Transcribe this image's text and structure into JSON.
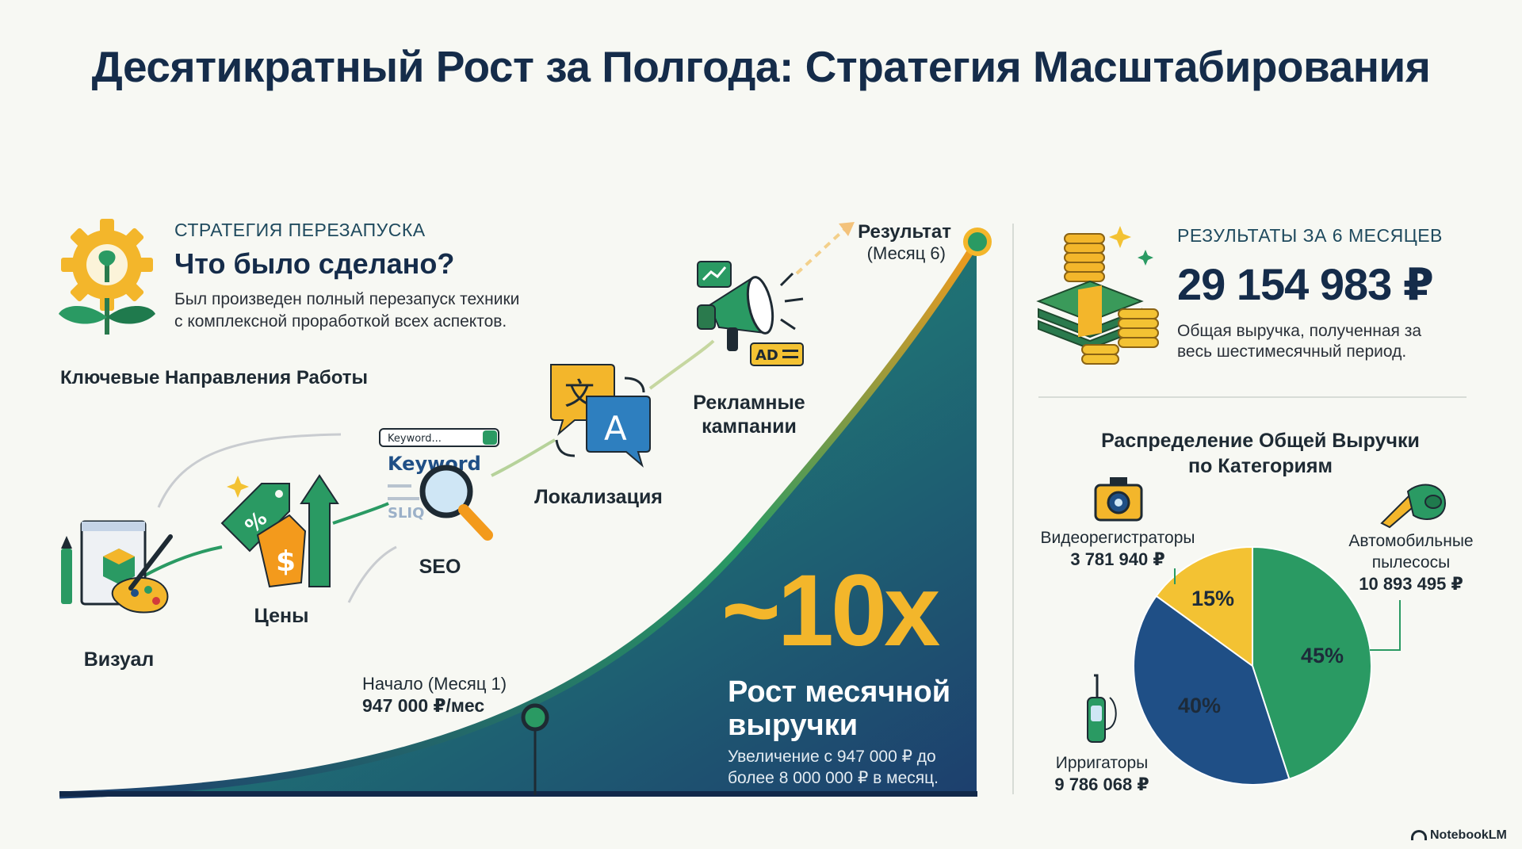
{
  "title": "Десятикратный Рост за Полгода: Стратегия Масштабирования",
  "strategy": {
    "kicker": "СТРАТЕГИЯ ПЕРЕЗАПУСКА",
    "heading": "Что было сделано?",
    "desc_line1": "Был произведен полный перезапуск техники",
    "desc_line2": "с комплексной проработкой всех аспектов.",
    "directions_title": "Ключевые Направления Работы",
    "steps": [
      {
        "label": "Визуал",
        "icon": "palette-icon"
      },
      {
        "label": "Цены",
        "icon": "price-tag-icon"
      },
      {
        "label": "SEO",
        "icon": "magnifier-icon",
        "search_text": "Keyword...",
        "keyword_text": "Keyword",
        "blur_text": "SLIQ"
      },
      {
        "label": "Локализация",
        "icon": "translate-icon",
        "glyph1": "文",
        "glyph2": "A"
      },
      {
        "label_line1": "Рекламные",
        "label_line2": "кампании",
        "icon": "megaphone-icon",
        "ad_text": "AD"
      }
    ]
  },
  "growth": {
    "start_line1": "Начало (Месяц 1)",
    "start_line2": "947 000 ₽/мес",
    "result_line1": "Результат",
    "result_line2": "(Месяц 6)",
    "multiplier": "~10x",
    "headline_line1": "Рост месячной",
    "headline_line2": "выручки",
    "sub_line1": "Увеличение с 947 000 ₽ до",
    "sub_line2": "более 8 000 000 ₽ в месяц."
  },
  "results": {
    "kicker": "РЕЗУЛЬТАТЫ ЗА 6 МЕСЯЦЕВ",
    "total": "29 154 983 ₽",
    "desc_line1": "Общая выручка, полученная за",
    "desc_line2": "весь шестимесячный период."
  },
  "distribution": {
    "title_line1": "Распределение Общей Выручки",
    "title_line2": "по Категориям",
    "slices": [
      {
        "name_line1": "Автомобильные",
        "name_line2": "пылесосы",
        "value": "10 893 495 ₽",
        "pct_label": "45%",
        "pct": 45,
        "color": "#2a9a63",
        "text_color": "#ffffff"
      },
      {
        "name_line1": "Ирригаторы",
        "name_line2": "",
        "value": "9 786 068 ₽",
        "pct_label": "40%",
        "pct": 40,
        "color": "#1f4f86",
        "text_color": "#ffffff"
      },
      {
        "name_line1": "Видеорегистраторы",
        "name_line2": "",
        "value": "3 781 940 ₽",
        "pct_label": "15%",
        "pct": 15,
        "color": "#f3c233",
        "text_color": "#1e2a33"
      }
    ]
  },
  "colors": {
    "navy": "#152c4a",
    "green": "#2a9a63",
    "orange": "#f39a1c",
    "blue": "#1f4f86",
    "yellow": "#f3c233"
  },
  "footer": {
    "brand": "NotebookLM"
  }
}
